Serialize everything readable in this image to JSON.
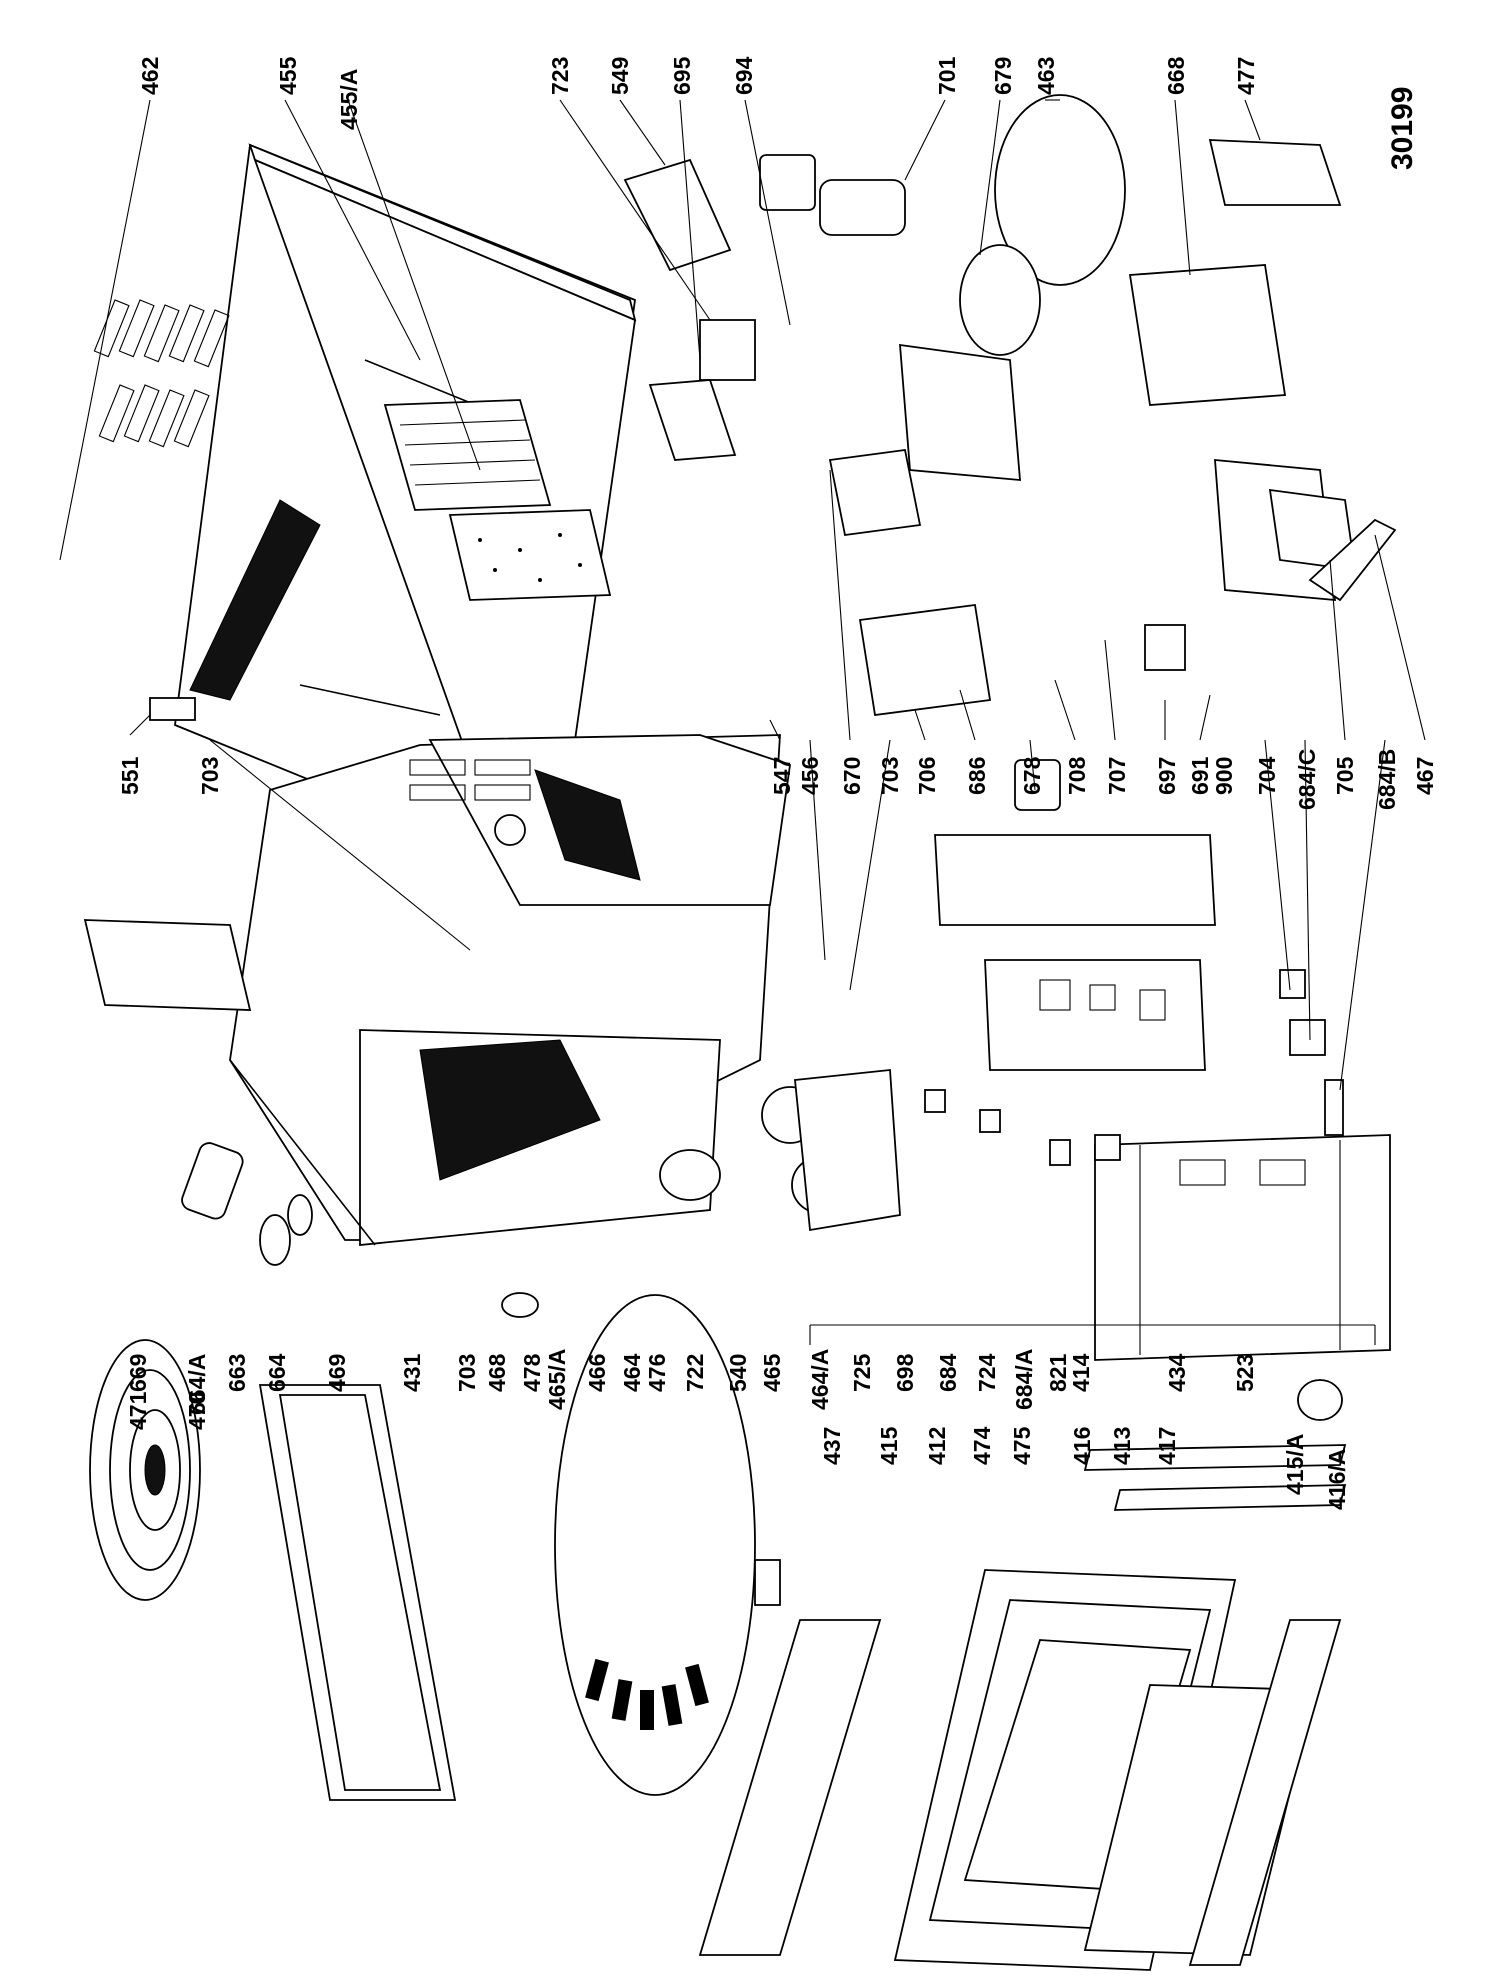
{
  "document_number": "30199",
  "labels": {
    "l462": "462",
    "l455": "455",
    "l455a": "455/A",
    "l723": "723",
    "l549": "549",
    "l695": "695",
    "l694": "694",
    "l701": "701",
    "l679": "679",
    "l463": "463",
    "l668": "668",
    "l477": "477",
    "l551": "551",
    "l703a": "703",
    "l547": "547",
    "l456": "456",
    "l670": "670",
    "l703b": "703",
    "l706": "706",
    "l686": "686",
    "l678": "678",
    "l708": "708",
    "l707": "707",
    "l697": "697",
    "l691": "691",
    "l900": "900",
    "l704": "704",
    "l684c": "684/C",
    "l705": "705",
    "l684b": "684/B",
    "l467": "467",
    "l669": "669",
    "l471": "471",
    "l664a": "664/A",
    "l470": "470",
    "l663": "663",
    "l664": "664",
    "l469": "469",
    "l431": "431",
    "l703c": "703",
    "l468": "468",
    "l478": "478",
    "l465a": "465/A",
    "l466": "466",
    "l464": "464",
    "l476": "476",
    "l722": "722",
    "l540": "540",
    "l465": "465",
    "l464a": "464/A",
    "l725": "725",
    "l698": "698",
    "l684": "684",
    "l724": "724",
    "l684a": "684/A",
    "l821": "821",
    "l414": "414",
    "l434": "434",
    "l523": "523",
    "l437": "437",
    "l415": "415",
    "l412": "412",
    "l474": "474",
    "l475": "475",
    "l416": "416",
    "l413": "413",
    "l417": "417",
    "l415a": "415/A",
    "l416a": "416/A"
  },
  "colors": {
    "ink": "#000000",
    "paper": "#ffffff",
    "shade": "#111111"
  }
}
